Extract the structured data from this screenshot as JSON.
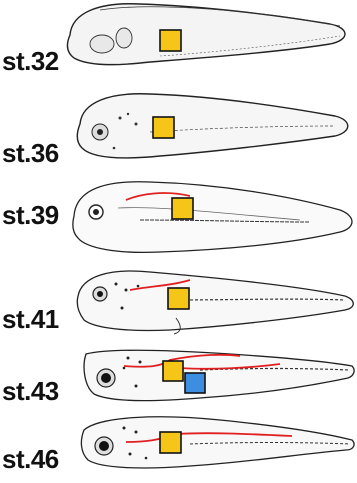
{
  "colors": {
    "marker_yellow": "#f5c518",
    "marker_blue": "#3d8de0",
    "marker_outline": "#111111",
    "highlight_line": "#e02020",
    "outline": "#222222"
  },
  "stages": [
    {
      "label": "st.32",
      "red_line": false,
      "blue_marker": false
    },
    {
      "label": "st.36",
      "red_line": false,
      "blue_marker": false
    },
    {
      "label": "st.39",
      "red_line": true,
      "blue_marker": false
    },
    {
      "label": "st.41",
      "red_line": true,
      "blue_marker": false
    },
    {
      "label": "st.43",
      "red_line": true,
      "blue_marker": true
    },
    {
      "label": "st.46",
      "red_line": true,
      "blue_marker": false
    }
  ]
}
